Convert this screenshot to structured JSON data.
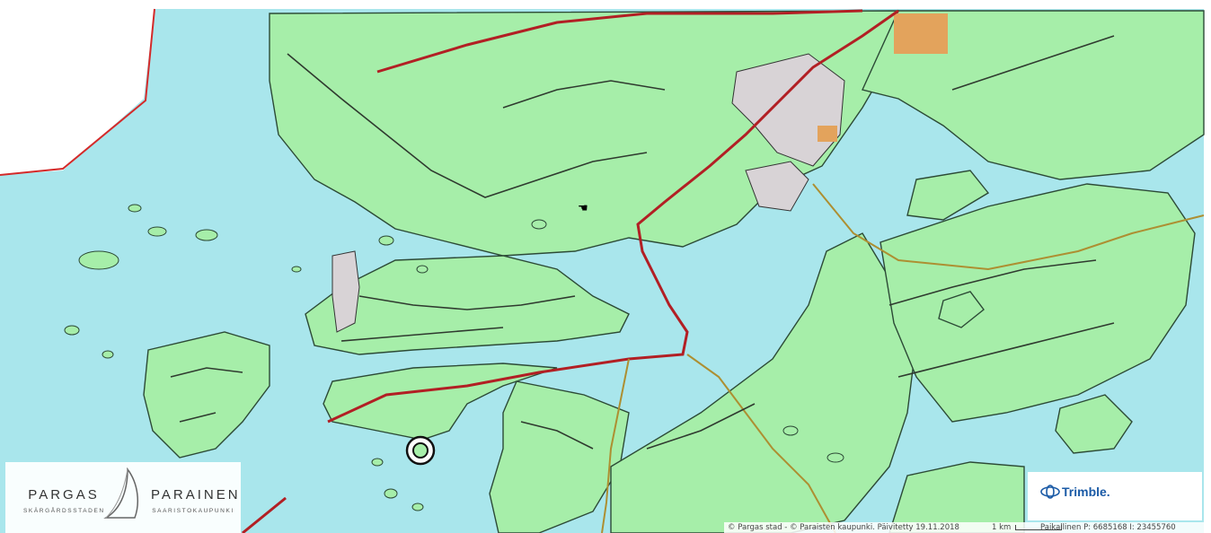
{
  "logo": {
    "left_name": "PARGAS",
    "left_sub": "SKÄRGÅRDSSTADEN",
    "right_name": "PARAINEN",
    "right_sub": "SAARISTOKAUPUNKI",
    "icon": "sail-logo-icon"
  },
  "provider": {
    "name": "Trimble.",
    "icon": "trimble-logo-icon",
    "color": "#1a5aa6"
  },
  "attribution": {
    "text": "© Pargas stad - © Paraisten kaupunki. Päivitetty 19.11.2018",
    "scale_label": "1 km",
    "coordinates": "Paikallinen P: 6685168 I: 23455760"
  },
  "map": {
    "colors": {
      "water": "#a9e6ec",
      "land": "#a6eea9",
      "road_main": "#b21f24",
      "road_secondary": "#ad8f32",
      "urban": "#d8d3d6",
      "border": "#d42a2a"
    },
    "marker_icon": "location-circle-icon",
    "cursor_icon": "hand-cursor-icon"
  }
}
